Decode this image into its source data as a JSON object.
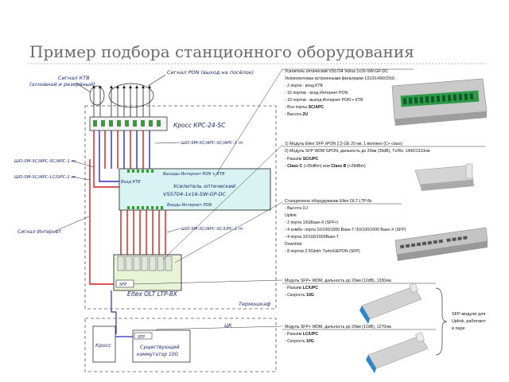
{
  "title": "Пример подбора станционного оборудования",
  "diagram": {
    "signal_ktv": [
      "Сигнал КТВ",
      "(основной и резервный)"
    ],
    "signal_pon": "Сигнал PON (выход на посёлок)",
    "cross_label": "Кросс КРС-24-SC",
    "patch_top": "ШО-SM-SC/APC-SC/APC-1 m",
    "patch_left1": "ШО-SM-SC/APC-SC/APC-1 m",
    "patch_left2": "ШО-SM-SC/APC-LC/UPC-1 m",
    "patch_mid": "ШО-SM-SC/APC-SC/UPC-1 m",
    "signal_internet": "Сигнал Интернет",
    "amp_out": "Выходы Интернет PON + КТВ",
    "amp_in_ktv": "Вход КТВ",
    "amp_name": [
      "Усилитель оптический",
      "VS5704-1x16-SW-GP-DC"
    ],
    "amp_in_pon": "Входы Интернет PON",
    "sfp_small": "SFP",
    "olt_name": "Eltex OLT LTP-8X",
    "thermocabinet": "Термошкаф",
    "tsk": "ЦК",
    "kross2": "Кросс",
    "sfp2": "SFP",
    "existing_switch": [
      "Существующий",
      "коммутатор 10G"
    ]
  },
  "specs": {
    "amp": {
      "lines": [
        "Усилитель оптический VS5704 Volius 1x16-SW-GP-DC",
        "Укомплектован встроенными фильтрами 1310/1490/1550.",
        "- 2 порта - вход КТВ",
        "- 16 портов - вход Интернет PON",
        "- 16 портов - выход Интернет PON + КТВ"
      ],
      "ports_prefix": "- Все порты ",
      "ports_bold": "SC/APC",
      "height_prefix": "- Высота ",
      "height_bold": "2U"
    },
    "sfp_pon": {
      "line1": "1) Модуль Eltex SFP xPON 2,5 GE 20 км, 1 волокно (C+ class)",
      "line2": "2) Модуль SFP WDM GPON, дальность до 20км (35dB), Tx/Rx: 1490/1310нм",
      "conn_prefix": "- Разъём ",
      "conn_bold": "SC/UPC",
      "class_dash": "- ",
      "class_c": "Class C",
      "class_c_rest": " (+35dBm) или ",
      "class_b": "Class B",
      "class_b_rest": " (+28dBm)"
    },
    "olt": {
      "line1": "Станционное оборудование Eltex OLT LTP-8x",
      "line2": "- Высота 1U",
      "line3": "Uplink:",
      "line4": "- 2 порта 10GBase-X (SFP+)",
      "line5": "- 4 комбо- порта 10/100/1000 Base-T /10/100/1000 Base-X (SFP)",
      "line6": "- 4 порта 10/100/1000Base-T",
      "line7": "Downlink:",
      "line8": "- 8 портов 2.5Gbit/c TurboGEPON (SFP)"
    },
    "sfp_1330": {
      "line1": "Модуль SFP+ WDM, дальность до 20км (12dB), 1330нм.",
      "conn_prefix": "- Разъём ",
      "conn_bold": "LC/UPC",
      "speed_prefix": "- Скорость ",
      "speed_bold": "10G"
    },
    "sfp_1270": {
      "line1": "Модуль SFP+ WDM, дальность до 20км (12dB), 1270нм.",
      "conn_prefix": "- Разъём ",
      "conn_bold": "LC/UPC",
      "speed_prefix": "- Скорость ",
      "speed_bold": "10G"
    },
    "pair_note": [
      "SFP-модули для",
      "Uplink, работают",
      "в паре"
    ]
  },
  "colors": {
    "red_fiber": "#cc1f1f",
    "blue_fiber": "#2a2fb8",
    "amp_fill": "#d9f3f3",
    "olt_fill": "#e9f4d6",
    "hw_text": "#1a2a6b",
    "title_text": "#6b6b6b"
  }
}
